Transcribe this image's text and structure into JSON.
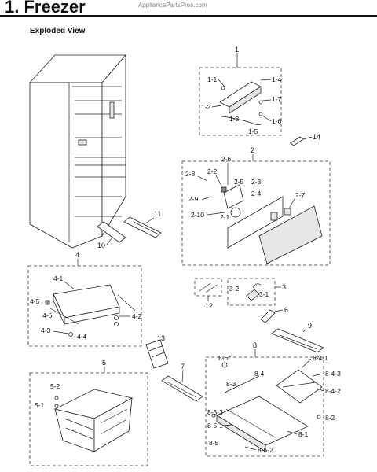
{
  "header": {
    "title": "1. Freezer",
    "watermark": "AppliancePartsPros.com",
    "subtitle": "Exploded View"
  },
  "groups": {
    "g1": "1",
    "g2": "2",
    "g3": "3",
    "g4": "4",
    "g5": "5",
    "g6": "6",
    "g7": "7",
    "g8": "8",
    "g9": "9",
    "g10": "10",
    "g11": "11",
    "g12": "12",
    "g13": "13",
    "g14": "14"
  },
  "callouts": {
    "c1_1": "1-1",
    "c1_2": "1-2",
    "c1_3": "1-3",
    "c1_4": "1-4",
    "c1_5": "1-5",
    "c1_6": "1-6",
    "c1_7": "1-7",
    "c2_1": "2-1",
    "c2_2": "2-2",
    "c2_3": "2-3",
    "c2_4": "2-4",
    "c2_5": "2-5",
    "c2_6": "2-6",
    "c2_7": "2-7",
    "c2_8": "2-8",
    "c2_9": "2-9",
    "c2_10": "2-10",
    "c3_1": "3-1",
    "c3_2": "3-2",
    "c4_1": "4-1",
    "c4_2": "4-2",
    "c4_3": "4-3",
    "c4_4": "4-4",
    "c4_5": "4-5",
    "c4_6": "4-6",
    "c5_1": "5-1",
    "c5_2": "5-2",
    "c8_1": "8-1",
    "c8_2": "8-2",
    "c8_3": "8-3",
    "c8_4": "8-4",
    "c8_5": "8-5",
    "c8_6": "8-6",
    "c8_4_1": "8-4-1",
    "c8_4_2": "8-4-2",
    "c8_4_3": "8-4-3",
    "c8_5_1": "8-5-1",
    "c8_5_2": "8-5-2",
    "c8_5_3": "8-5-3"
  }
}
